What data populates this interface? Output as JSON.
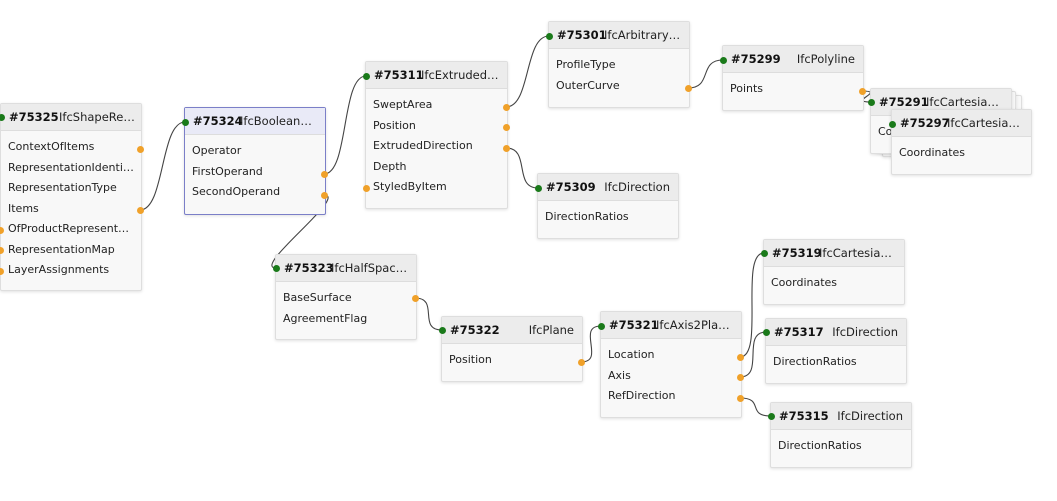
{
  "colors": {
    "link": "#444444",
    "input_port": "#1a7a1a",
    "output_port": "#f0a12a",
    "selected_border": "#7b7fc8"
  },
  "nodes": {
    "n75325": {
      "id": "#75325",
      "type": "IfcShapeRe…",
      "props": [
        "ContextOfItems",
        "RepresentationIdenti…",
        "RepresentationType",
        "Items",
        "OfProductRepresent…",
        "RepresentationMap",
        "LayerAssignments"
      ]
    },
    "n75324": {
      "id": "#75324",
      "type": "IfcBooleanC…",
      "props": [
        "Operator",
        "FirstOperand",
        "SecondOperand"
      ]
    },
    "n75311": {
      "id": "#75311",
      "type": "IfcExtruded…",
      "props": [
        "SweptArea",
        "Position",
        "ExtrudedDirection",
        "Depth",
        "StyledByItem"
      ]
    },
    "n75301": {
      "id": "#75301",
      "type": "IfcArbitrary…",
      "props": [
        "ProfileType",
        "OuterCurve"
      ]
    },
    "n75299": {
      "id": "#75299",
      "type": "IfcPolyline",
      "props": [
        "Points"
      ]
    },
    "n75291": {
      "id": "#75291",
      "type": "IfcCartesian…",
      "props": [
        "Co"
      ]
    },
    "n75297": {
      "id": "#75297",
      "type": "IfcCartesian…",
      "props": [
        "Coordinates"
      ]
    },
    "n75309": {
      "id": "#75309",
      "type": "IfcDirection",
      "props": [
        "DirectionRatios"
      ]
    },
    "n75323": {
      "id": "#75323",
      "type": "IfcHalfSpac…",
      "props": [
        "BaseSurface",
        "AgreementFlag"
      ]
    },
    "n75322": {
      "id": "#75322",
      "type": "IfcPlane",
      "props": [
        "Position"
      ]
    },
    "n75321": {
      "id": "#75321",
      "type": "IfcAxis2Plac…",
      "props": [
        "Location",
        "Axis",
        "RefDirection"
      ]
    },
    "n75319": {
      "id": "#75319",
      "type": "IfcCartesian…",
      "props": [
        "Coordinates"
      ]
    },
    "n75317": {
      "id": "#75317",
      "type": "IfcDirection",
      "props": [
        "DirectionRatios"
      ]
    },
    "n75315": {
      "id": "#75315",
      "type": "IfcDirection",
      "props": [
        "DirectionRatios"
      ]
    }
  }
}
